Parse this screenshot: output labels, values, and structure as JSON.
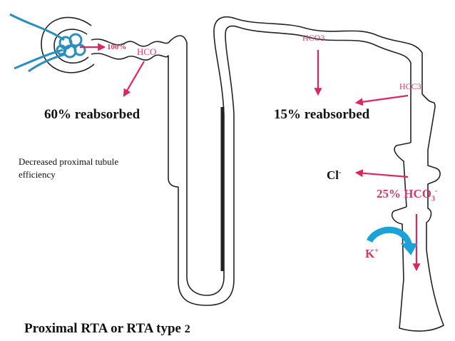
{
  "colors": {
    "arrow": "#e0245e",
    "pink_text": "#d33a6a",
    "glomerulus": "#2a8fbf",
    "k_arrow": "#1aa3d8",
    "tubule_outline": "#222222",
    "text": "#111111"
  },
  "labels": {
    "pct_100": "100%",
    "hco_left": "HCO",
    "hco3_top": "HCO3",
    "hcc3_right": "HCC3",
    "reabs_60": "60% reabsorbed",
    "reabs_15": "15% reabsorbed",
    "decreased": "Decreased proximal tubule efficiency",
    "cl": "Cl",
    "cl_sup": "-",
    "pct_25": "25% HCO",
    "sub3": "3",
    "sup_minus": "-",
    "k": "K",
    "k_sup": "+",
    "title": "Proximal RTA or RTA type",
    "title_num": "2"
  }
}
